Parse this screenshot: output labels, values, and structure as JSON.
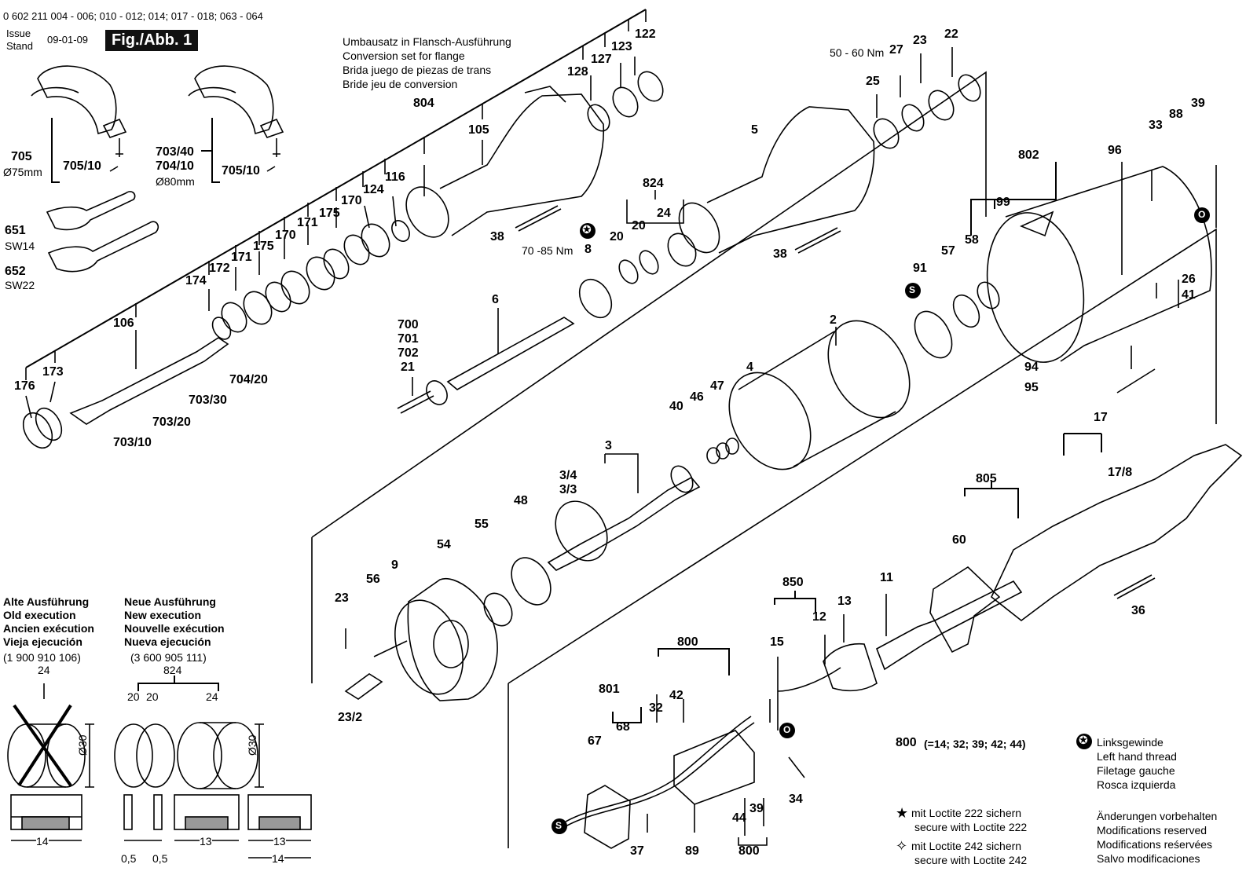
{
  "header": {
    "part_numbers": "0 602 211 004 - 006; 010 - 012; 014; 017 - 018; 063 - 064",
    "issue": "Issue",
    "stand": "Stand",
    "date": "09-01-09",
    "figure": "Fig./Abb. 1"
  },
  "conversion_set": [
    "Umbausatz in Flansch-Ausführung",
    "Conversion set for flange",
    "Brida juego de piezas de trans",
    "Bride jeu de conversion"
  ],
  "torque": {
    "t1": "50 - 60 Nm",
    "t2": "70 -85 Nm"
  },
  "part_labels": [
    {
      "id": "p122",
      "text": "122"
    },
    {
      "id": "p123",
      "text": "123"
    },
    {
      "id": "p127",
      "text": "127"
    },
    {
      "id": "p128",
      "text": "128"
    },
    {
      "id": "p804",
      "text": "804"
    },
    {
      "id": "p105",
      "text": "105"
    },
    {
      "id": "p116",
      "text": "116"
    },
    {
      "id": "p124",
      "text": "124"
    },
    {
      "id": "p170a",
      "text": "170"
    },
    {
      "id": "p175a",
      "text": "175"
    },
    {
      "id": "p171a",
      "text": "171"
    },
    {
      "id": "p170b",
      "text": "170"
    },
    {
      "id": "p175b",
      "text": "175"
    },
    {
      "id": "p171b",
      "text": "171"
    },
    {
      "id": "p172",
      "text": "172"
    },
    {
      "id": "p174",
      "text": "174"
    },
    {
      "id": "p106",
      "text": "106"
    },
    {
      "id": "p173",
      "text": "173"
    },
    {
      "id": "p176",
      "text": "176"
    },
    {
      "id": "p705",
      "text": "705"
    },
    {
      "id": "p705_10a",
      "text": "705/10"
    },
    {
      "id": "p703_40",
      "text": "703/40"
    },
    {
      "id": "p704_10",
      "text": "704/10"
    },
    {
      "id": "p705_10b",
      "text": "705/10"
    },
    {
      "id": "p651",
      "text": "651"
    },
    {
      "id": "p652",
      "text": "652"
    },
    {
      "id": "p704_20",
      "text": "704/20"
    },
    {
      "id": "p703_30",
      "text": "703/30"
    },
    {
      "id": "p703_20",
      "text": "703/20"
    },
    {
      "id": "p703_10",
      "text": "703/10"
    },
    {
      "id": "p38a",
      "text": "38"
    },
    {
      "id": "p8",
      "text": "8"
    },
    {
      "id": "p824",
      "text": "824"
    },
    {
      "id": "p20a",
      "text": "20"
    },
    {
      "id": "p20b",
      "text": "20"
    },
    {
      "id": "p24",
      "text": "24"
    },
    {
      "id": "p5",
      "text": "5"
    },
    {
      "id": "p38b",
      "text": "38"
    },
    {
      "id": "p27",
      "text": "27"
    },
    {
      "id": "p23a",
      "text": "23"
    },
    {
      "id": "p22",
      "text": "22"
    },
    {
      "id": "p25",
      "text": "25"
    },
    {
      "id": "p33",
      "text": "33"
    },
    {
      "id": "p88",
      "text": "88"
    },
    {
      "id": "p39a",
      "text": "39"
    },
    {
      "id": "p802",
      "text": "802"
    },
    {
      "id": "p96",
      "text": "96"
    },
    {
      "id": "p99",
      "text": "99"
    },
    {
      "id": "p57",
      "text": "57"
    },
    {
      "id": "p58",
      "text": "58"
    },
    {
      "id": "p91",
      "text": "91"
    },
    {
      "id": "p26",
      "text": "26"
    },
    {
      "id": "p41",
      "text": "41"
    },
    {
      "id": "p94",
      "text": "94"
    },
    {
      "id": "p95",
      "text": "95"
    },
    {
      "id": "p6",
      "text": "6"
    },
    {
      "id": "p700",
      "text": "700"
    },
    {
      "id": "p701",
      "text": "701"
    },
    {
      "id": "p702",
      "text": "702"
    },
    {
      "id": "p21",
      "text": "21"
    },
    {
      "id": "p2",
      "text": "2"
    },
    {
      "id": "p4",
      "text": "4"
    },
    {
      "id": "p47",
      "text": "47"
    },
    {
      "id": "p46",
      "text": "46"
    },
    {
      "id": "p40",
      "text": "40"
    },
    {
      "id": "p3",
      "text": "3"
    },
    {
      "id": "p3_4",
      "text": "3/4"
    },
    {
      "id": "p3_3",
      "text": "3/3"
    },
    {
      "id": "p48",
      "text": "48"
    },
    {
      "id": "p55",
      "text": "55"
    },
    {
      "id": "p54",
      "text": "54"
    },
    {
      "id": "p9",
      "text": "9"
    },
    {
      "id": "p56",
      "text": "56"
    },
    {
      "id": "p23b",
      "text": "23"
    },
    {
      "id": "p23_2",
      "text": "23/2"
    },
    {
      "id": "p17",
      "text": "17"
    },
    {
      "id": "p17_8",
      "text": "17/8"
    },
    {
      "id": "p805",
      "text": "805"
    },
    {
      "id": "p60",
      "text": "60"
    },
    {
      "id": "p36",
      "text": "36"
    },
    {
      "id": "p850",
      "text": "850"
    },
    {
      "id": "p11",
      "text": "11"
    },
    {
      "id": "p13",
      "text": "13"
    },
    {
      "id": "p12",
      "text": "12"
    },
    {
      "id": "p15",
      "text": "15"
    },
    {
      "id": "p800a",
      "text": "800"
    },
    {
      "id": "p42",
      "text": "42"
    },
    {
      "id": "p32",
      "text": "32"
    },
    {
      "id": "p801",
      "text": "801"
    },
    {
      "id": "p67",
      "text": "67"
    },
    {
      "id": "p68",
      "text": "68"
    },
    {
      "id": "p34",
      "text": "34"
    },
    {
      "id": "p39b",
      "text": "39"
    },
    {
      "id": "p44",
      "text": "44"
    },
    {
      "id": "p37",
      "text": "37"
    },
    {
      "id": "p89",
      "text": "89"
    },
    {
      "id": "p800b",
      "text": "800"
    }
  ],
  "sizes": {
    "s75": "Ø75mm",
    "s80": "Ø80mm",
    "sw14": "SW14",
    "sw22": "SW22"
  },
  "old_execution": {
    "lines": [
      "Alte Ausführung",
      "Old execution",
      "Ancien exécution",
      "Vieja ejecución"
    ],
    "number": "(1 900 910 106)",
    "part": "24"
  },
  "new_execution": {
    "lines": [
      "Neue Ausführung",
      "New execution",
      "Nouvelle exécution",
      "Nueva ejecución"
    ],
    "number": "(3 600 905 111)",
    "assy": "824",
    "p20a": "20",
    "p20b": "20",
    "p24": "24"
  },
  "dimensions": {
    "d30a": "Ø30",
    "d30b": "Ø30",
    "w14a": "14",
    "w05a": "0,5",
    "w05b": "0,5",
    "w13a": "13",
    "w13b": "13",
    "w14b": "14"
  },
  "kit_800": {
    "label": "800",
    "content": "(=14; 32; 39; 42; 44)"
  },
  "legend_left": {
    "loctite222_de": "mit Loctite 222 sichern",
    "loctite222_en": "secure with Loctite 222",
    "loctite242_de": "mit Loctite 242 sichern",
    "loctite242_en": "secure with Loctite 242"
  },
  "legend_thread": [
    "Linksgewinde",
    "Left hand thread",
    "Filetage gauche",
    "Rosca izquierda"
  ],
  "legend_mods": [
    "Änderungen vorbehalten",
    "Modifications reserved",
    "Modifications reśervées",
    "Salvo modificaciones"
  ],
  "markers": {
    "s": "S",
    "o": "O"
  }
}
